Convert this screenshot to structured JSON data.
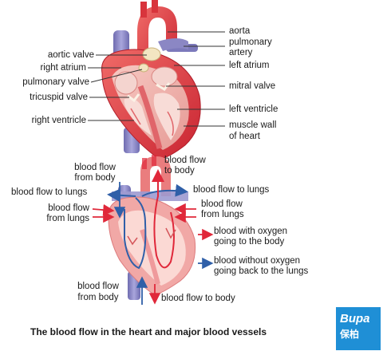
{
  "top_diagram": {
    "labels": {
      "aorta": "aorta",
      "pulmonary_artery_1": "pulmonary",
      "pulmonary_artery_2": "artery",
      "left_atrium": "left atrium",
      "mitral_valve": "mitral valve",
      "left_ventricle": "left ventricle",
      "muscle_wall_1": "muscle wall",
      "muscle_wall_2": "of heart",
      "aortic_valve": "aortic valve",
      "right_atrium": "right atrium",
      "pulmonary_valve": "pulmonary valve",
      "tricuspid_valve": "tricuspid valve",
      "right_ventricle": "right ventricle"
    }
  },
  "flow_diagram": {
    "labels": {
      "blood_flow_from_body_top_1": "blood flow",
      "blood_flow_from_body_top_2": "from body",
      "blood_flow_to_body_top_1": "blood flow",
      "blood_flow_to_body_top_2": "to body",
      "blood_flow_to_lungs_left": "blood flow to lungs",
      "blood_flow_to_lungs_right": "blood flow to lungs",
      "blood_flow_from_lungs_left_1": "blood flow",
      "blood_flow_from_lungs_left_2": "from lungs",
      "blood_flow_from_lungs_right_1": "blood flow",
      "blood_flow_from_lungs_right_2": "from lungs",
      "blood_flow_from_body_bottom_1": "blood flow",
      "blood_flow_from_body_bottom_2": "from body",
      "blood_flow_to_body_bottom": "blood flow to body"
    },
    "legend": {
      "oxygen_1": "blood with oxygen",
      "oxygen_2": "going to the body",
      "no_oxygen_1": "blood without oxygen",
      "no_oxygen_2": "going back to the lungs"
    }
  },
  "caption": "The blood flow in the heart and major blood vessels",
  "logo": {
    "brand": "Bupa",
    "chinese": "保柏"
  },
  "colors": {
    "oxygen_arrow": "#e0283a",
    "no_oxygen_arrow": "#2f5fa8",
    "heart_red": "#d8343c",
    "heart_light": "#f2b8b4",
    "vein_purple": "#8b87c4",
    "logo_blue": "#1f8fd6"
  }
}
